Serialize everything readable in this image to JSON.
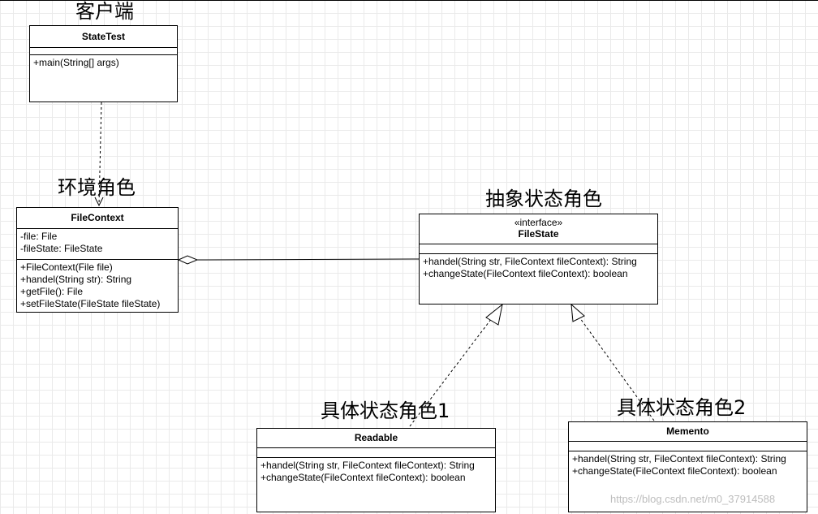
{
  "roles": {
    "client": "客户端",
    "context": "环境角色",
    "abstract_state": "抽象状态角色",
    "concrete1": "具体状态角色1",
    "concrete2": "具体状态角色2"
  },
  "classes": {
    "state_test": {
      "name": "StateTest",
      "attributes": [],
      "operations": [
        "+main(String[] args)"
      ]
    },
    "file_context": {
      "name": "FileContext",
      "attributes": [
        "-file: File",
        "-fileState: FileState"
      ],
      "operations": [
        "+FileContext(File file)",
        "+handel(String str): String",
        "+getFile(): File",
        "+setFileState(FileState fileState)"
      ]
    },
    "file_state": {
      "stereotype": "«interface»",
      "name": "FileState",
      "attributes": [],
      "operations": [
        "+handel(String str, FileContext fileContext): String",
        "+changeState(FileContext fileContext): boolean"
      ]
    },
    "readable": {
      "name": "Readable",
      "attributes": [],
      "operations": [
        "+handel(String str, FileContext fileContext): String",
        "+changeState(FileContext fileContext): boolean"
      ]
    },
    "memento": {
      "name": "Memento",
      "attributes": [],
      "operations": [
        "+handel(String str, FileContext fileContext): String",
        "+changeState(FileContext fileContext): boolean"
      ]
    }
  },
  "watermark": "https://blog.csdn.net/m0_37914588"
}
